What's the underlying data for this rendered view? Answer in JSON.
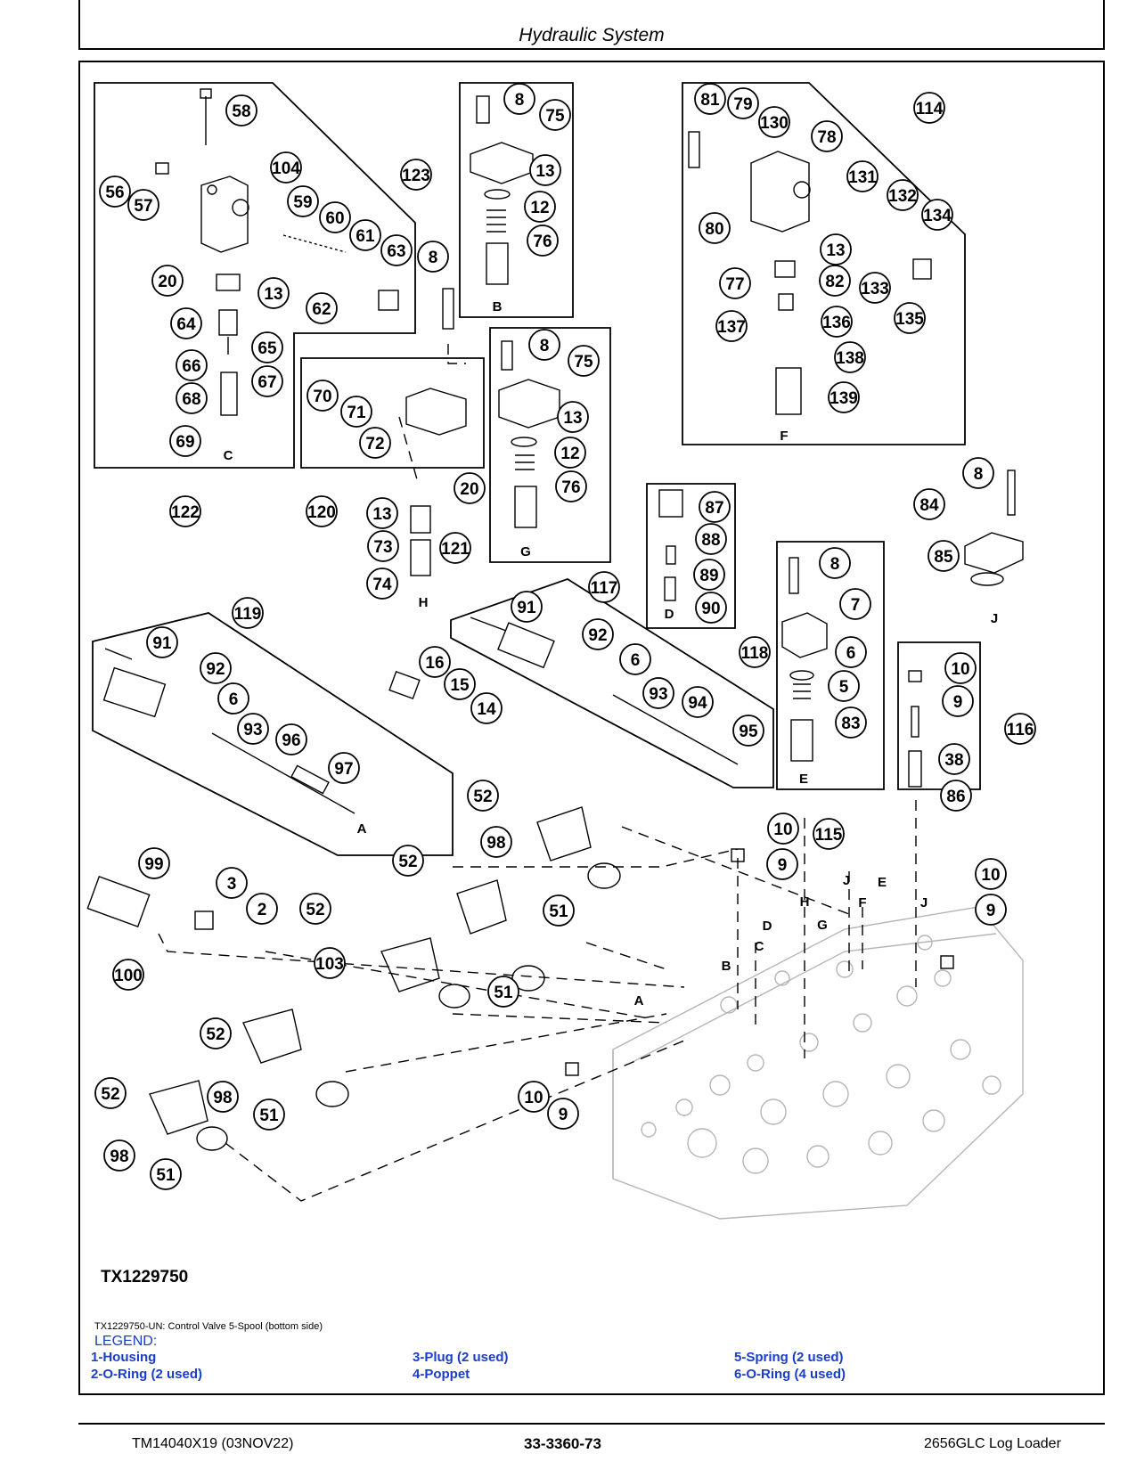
{
  "header": {
    "title": "Hydraulic System"
  },
  "figure": {
    "id": "TX1229750",
    "caption": "TX1229750-UN: Control Valve 5-Spool (bottom side)",
    "callouts": [
      "58",
      "104",
      "56",
      "57",
      "59",
      "60",
      "61",
      "63",
      "20",
      "13",
      "62",
      "64",
      "65",
      "66",
      "67",
      "68",
      "69",
      "8",
      "75",
      "123",
      "13",
      "12",
      "76",
      "81",
      "79",
      "130",
      "78",
      "114",
      "131",
      "132",
      "134",
      "80",
      "13",
      "77",
      "82",
      "133",
      "135",
      "137",
      "136",
      "138",
      "139",
      "8",
      "70",
      "71",
      "72",
      "8",
      "75",
      "13",
      "12",
      "76",
      "120",
      "122",
      "20",
      "13",
      "73",
      "121",
      "74",
      "87",
      "88",
      "89",
      "90",
      "117",
      "8",
      "84",
      "85",
      "8",
      "7",
      "6",
      "5",
      "83",
      "115",
      "119",
      "91",
      "92",
      "6",
      "93",
      "96",
      "97",
      "16",
      "15",
      "14",
      "91",
      "92",
      "6",
      "93",
      "94",
      "118",
      "95",
      "10",
      "9",
      "38",
      "86",
      "116",
      "52",
      "98",
      "51",
      "52",
      "10",
      "9",
      "99",
      "3",
      "2",
      "52",
      "103",
      "51",
      "100",
      "52",
      "98",
      "51",
      "52",
      "98",
      "51",
      "10",
      "9",
      "10",
      "9"
    ],
    "callout_pool": [
      "58",
      "104",
      "56",
      "57",
      "59",
      "60",
      "61",
      "63",
      "20",
      "13",
      "62",
      "64",
      "65",
      "66",
      "67",
      "68",
      "69",
      "8",
      "75",
      "123",
      "12",
      "76",
      "81",
      "79",
      "130",
      "78",
      "114",
      "131",
      "132",
      "134",
      "80",
      "77",
      "82",
      "133",
      "135",
      "137",
      "136",
      "138",
      "139",
      "70",
      "71",
      "72",
      "73",
      "121",
      "74",
      "87",
      "88",
      "89",
      "90",
      "117",
      "84",
      "85",
      "7",
      "6",
      "5",
      "83",
      "115",
      "119",
      "91",
      "92",
      "93",
      "96",
      "97",
      "16",
      "15",
      "14",
      "94",
      "118",
      "95",
      "10",
      "9",
      "38",
      "86",
      "116",
      "52",
      "98",
      "51",
      "99",
      "3",
      "2",
      "103",
      "100"
    ],
    "view_letters": [
      "A",
      "B",
      "C",
      "D",
      "E",
      "F",
      "G",
      "H",
      "J"
    ]
  },
  "legend": {
    "title": "LEGEND:",
    "items": [
      [
        "1-Housing",
        "2-O-Ring (2 used)"
      ],
      [
        "3-Plug (2 used)",
        "4-Poppet"
      ],
      [
        "5-Spring (2 used)",
        "6-O-Ring (4 used)"
      ]
    ]
  },
  "footer": {
    "left": "TM14040X19 (03NOV22)",
    "center": "33-3360-73",
    "right": "2656GLC Log Loader"
  }
}
